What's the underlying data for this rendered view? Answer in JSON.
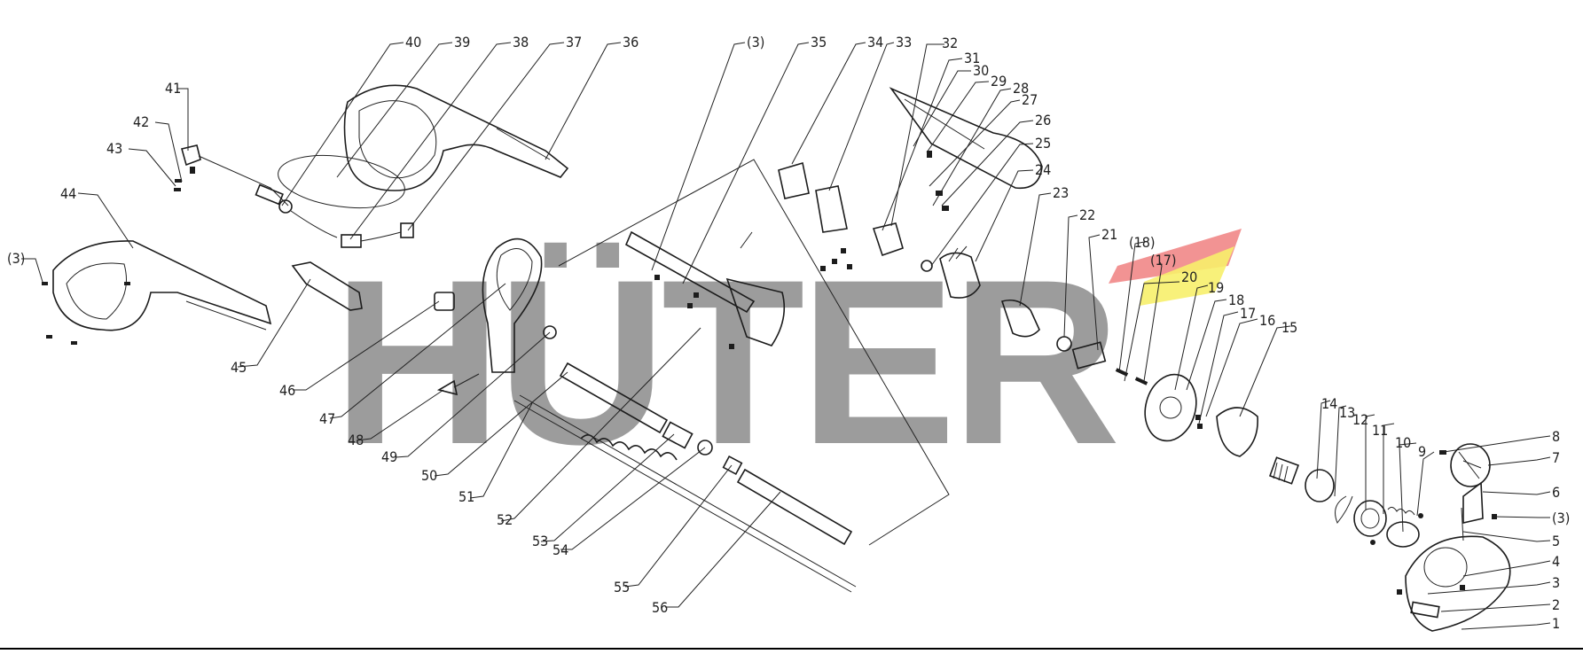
{
  "diagram": {
    "watermark": "HÜTER",
    "bottom_rule_color": "#000000",
    "watermark_color": "#9c9c9c",
    "accent_colors": [
      "#f08080",
      "#f7f06c"
    ],
    "callouts": [
      {
        "id": "c-1",
        "text": "1"
      },
      {
        "id": "c-2",
        "text": "2"
      },
      {
        "id": "c-3",
        "text": "3"
      },
      {
        "id": "c-4",
        "text": "4"
      },
      {
        "id": "c-5",
        "text": "5"
      },
      {
        "id": "c-3b",
        "text": "(3)"
      },
      {
        "id": "c-6",
        "text": "6"
      },
      {
        "id": "c-7",
        "text": "7"
      },
      {
        "id": "c-8",
        "text": "8"
      },
      {
        "id": "c-9",
        "text": "9"
      },
      {
        "id": "c-10",
        "text": "10"
      },
      {
        "id": "c-11",
        "text": "11"
      },
      {
        "id": "c-12",
        "text": "12"
      },
      {
        "id": "c-13",
        "text": "13"
      },
      {
        "id": "c-14",
        "text": "14"
      },
      {
        "id": "c-15",
        "text": "15"
      },
      {
        "id": "c-16",
        "text": "16"
      },
      {
        "id": "c-17",
        "text": "17"
      },
      {
        "id": "c-18",
        "text": "18"
      },
      {
        "id": "c-17b",
        "text": "(17)"
      },
      {
        "id": "c-18b",
        "text": "(18)"
      },
      {
        "id": "c-19",
        "text": "19"
      },
      {
        "id": "c-20",
        "text": "20"
      },
      {
        "id": "c-21",
        "text": "21"
      },
      {
        "id": "c-22",
        "text": "22"
      },
      {
        "id": "c-23",
        "text": "23"
      },
      {
        "id": "c-24",
        "text": "24"
      },
      {
        "id": "c-25",
        "text": "25"
      },
      {
        "id": "c-26",
        "text": "26"
      },
      {
        "id": "c-27",
        "text": "27"
      },
      {
        "id": "c-28",
        "text": "28"
      },
      {
        "id": "c-29",
        "text": "29"
      },
      {
        "id": "c-30",
        "text": "30"
      },
      {
        "id": "c-31",
        "text": "31"
      },
      {
        "id": "c-32",
        "text": "32"
      },
      {
        "id": "c-33",
        "text": "33"
      },
      {
        "id": "c-34",
        "text": "34"
      },
      {
        "id": "c-35",
        "text": "35"
      },
      {
        "id": "c-3c",
        "text": "(3)"
      },
      {
        "id": "c-36",
        "text": "36"
      },
      {
        "id": "c-37",
        "text": "37"
      },
      {
        "id": "c-38",
        "text": "38"
      },
      {
        "id": "c-39",
        "text": "39"
      },
      {
        "id": "c-40",
        "text": "40"
      },
      {
        "id": "c-41",
        "text": "41"
      },
      {
        "id": "c-42",
        "text": "42"
      },
      {
        "id": "c-43",
        "text": "43"
      },
      {
        "id": "c-44",
        "text": "44"
      },
      {
        "id": "c-3d",
        "text": "(3)"
      },
      {
        "id": "c-45",
        "text": "45"
      },
      {
        "id": "c-46",
        "text": "46"
      },
      {
        "id": "c-47",
        "text": "47"
      },
      {
        "id": "c-48",
        "text": "48"
      },
      {
        "id": "c-49",
        "text": "49"
      },
      {
        "id": "c-50",
        "text": "50"
      },
      {
        "id": "c-51",
        "text": "51"
      },
      {
        "id": "c-52",
        "text": "52"
      },
      {
        "id": "c-53",
        "text": "53"
      },
      {
        "id": "c-54",
        "text": "54"
      },
      {
        "id": "c-55",
        "text": "55"
      },
      {
        "id": "c-56",
        "text": "56"
      }
    ]
  }
}
